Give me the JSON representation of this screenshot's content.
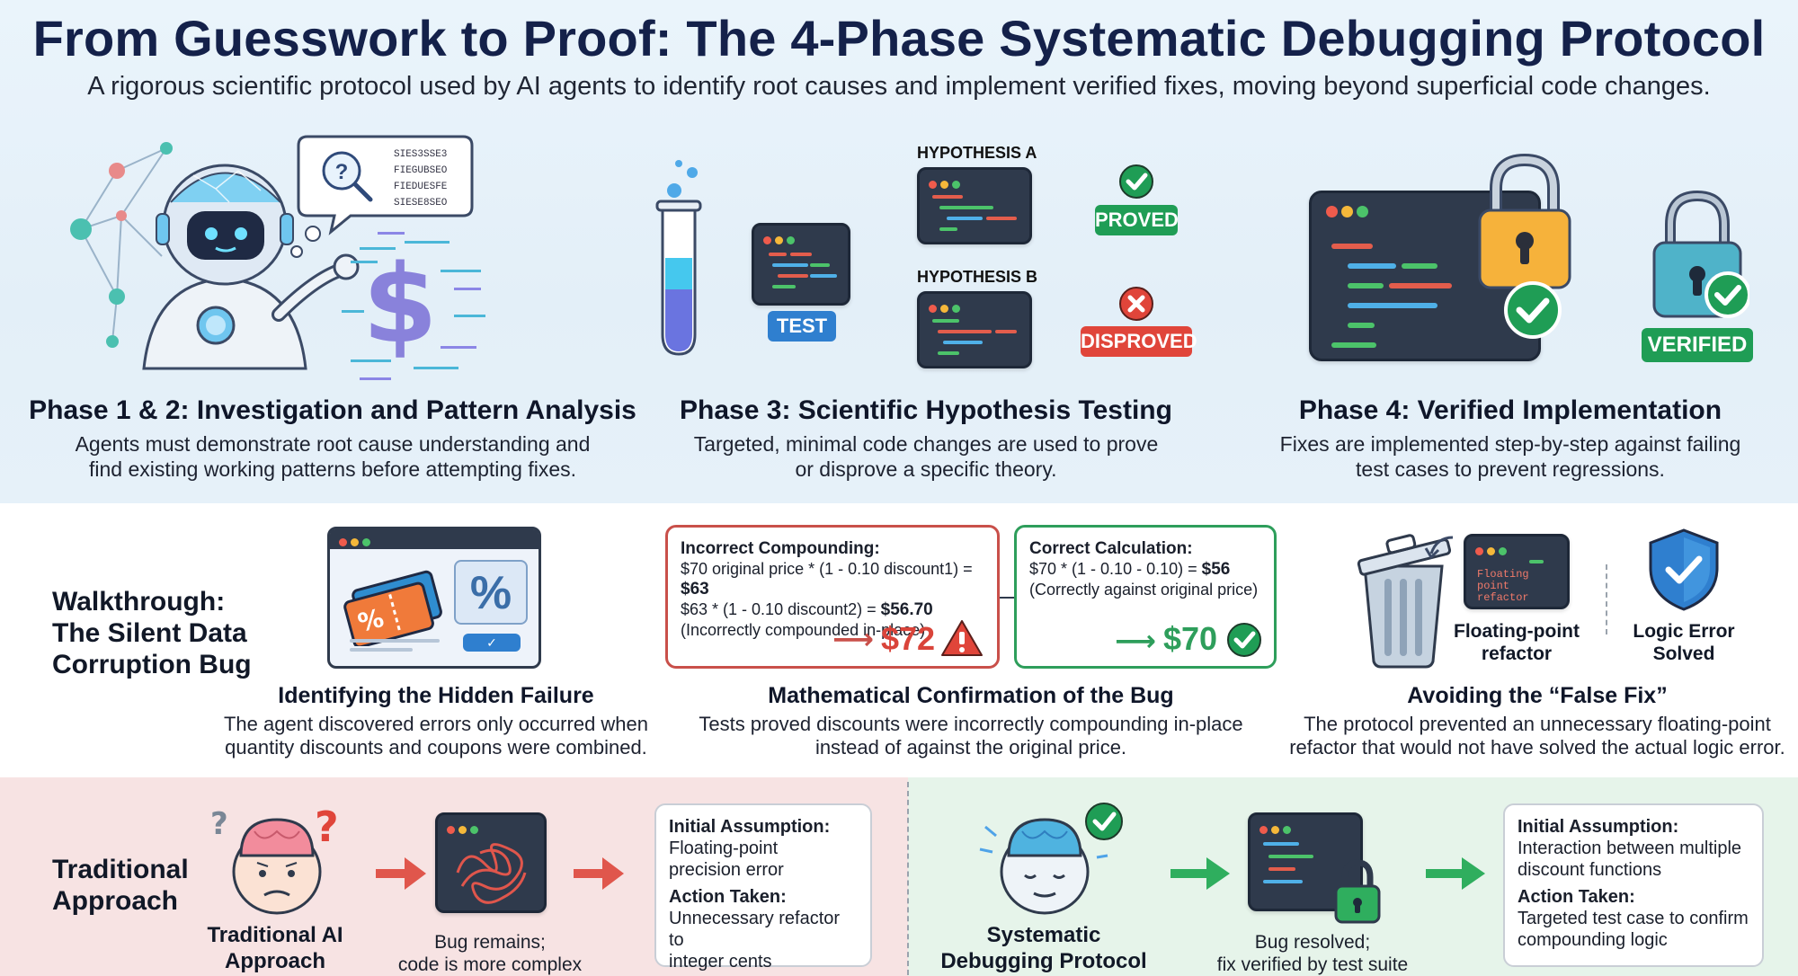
{
  "header": {
    "title": "From Guesswork to Proof: The 4-Phase Systematic Debugging Protocol",
    "subtitle": "A rigorous scientific protocol used by AI agents to identify root causes and implement verified fixes, moving beyond superficial code changes."
  },
  "phases": [
    {
      "title": "Phase 1 & 2: Investigation and Pattern Analysis",
      "desc_line1": "Agents must demonstrate root cause understanding and",
      "desc_line2": "find existing working patterns before attempting fixes.",
      "bubble_lines": [
        "SIES3SSE3",
        "FIEGUBSEO",
        "FIEDUESFE",
        "SIESE8SEO"
      ]
    },
    {
      "title": "Phase 3: Scientific Hypothesis Testing",
      "desc_line1": "Targeted, minimal code changes are used to prove",
      "desc_line2": "or disprove a specific theory.",
      "test_label": "TEST",
      "hyp_a": "HYPOTHESIS A",
      "hyp_b": "HYPOTHESIS B",
      "proved": "PROVED",
      "disproved": "DISPROVED"
    },
    {
      "title": "Phase 4: Verified Implementation",
      "desc_line1": "Fixes are implemented step-by-step against failing",
      "desc_line2": "test cases to prevent regressions.",
      "verified": "VERIFIED"
    }
  ],
  "walkthrough": {
    "title_line1": "Walkthrough:",
    "title_line2": "The Silent Data",
    "title_line3": "Corruption Bug",
    "col1": {
      "title": "Identifying the Hidden Failure",
      "desc_line1": "The agent discovered errors only occurred when",
      "desc_line2": "quantity discounts and coupons were combined."
    },
    "incorrect": {
      "heading": "Incorrect Compounding:",
      "line1_prefix": "$70 original price * (1 - 0.10 discount1) = ",
      "line1_result": "$63",
      "line2_prefix": "$63 * (1 - 0.10 discount2) = ",
      "line2_result": "$56.70",
      "line3": "(Incorrectly compounded in-place)",
      "result": "$72"
    },
    "correct": {
      "heading": "Correct Calculation:",
      "line1_prefix": "$70 * (1 - 0.10 - 0.10) = ",
      "line1_result": "$56",
      "line2": "(Correctly against original price)",
      "result": "$70"
    },
    "col2": {
      "title": "Mathematical Confirmation of the Bug",
      "desc_line1": "Tests proved discounts were incorrectly compounding in-place",
      "desc_line2": "instead of against the original price."
    },
    "col3": {
      "title": "Avoiding the “False Fix”",
      "desc_line1": "The protocol prevented an unnecessary floating-point",
      "desc_line2": "refactor that would not have solved the actual logic error.",
      "float_label_line1": "Floating-point",
      "float_label_line2": "refactor",
      "logic_label_line1": "Logic Error",
      "logic_label_line2": "Solved",
      "screen_line1": "Floating point",
      "screen_line2": "refactor"
    }
  },
  "traditional": {
    "title_line1": "Traditional",
    "title_line2": "Approach",
    "agent_line1": "Traditional AI",
    "agent_line2": "Approach",
    "result_line1": "Bug remains;",
    "result_line2": "code is more complex",
    "assumption_label": "Initial Assumption:",
    "assumption_line1": "Floating-point",
    "assumption_line2": "precision error",
    "action_label": "Action Taken:",
    "action_line1": "Unnecessary refactor to",
    "action_line2": "integer cents"
  },
  "systematic": {
    "agent_line1": "Systematic",
    "agent_line2": "Debugging Protocol",
    "result_line1": "Bug resolved;",
    "result_line2": "fix verified by test suite",
    "assumption_label": "Initial Assumption:",
    "assumption_line1": "Interaction between multiple",
    "assumption_line2": "discount functions",
    "action_label": "Action Taken:",
    "action_line1": "Targeted test case to confirm",
    "action_line2": "compounding logic"
  },
  "colors": {
    "navy": "#14214a",
    "proved_green": "#1f9d55",
    "disproved_red": "#e0453a",
    "test_blue": "#2f7fcf",
    "verified_green": "#1f9d55",
    "incorrect_border": "#c9504a",
    "correct_border": "#2e9e5b",
    "trad_band": "#f7e3e3",
    "sys_band": "#e6f4ea"
  },
  "icons": [
    "robot-icon",
    "magnifier-icon",
    "dollar-data-icon",
    "test-tube-icon",
    "check-icon",
    "cross-icon",
    "padlock-icon",
    "ticket-icon",
    "percent-icon",
    "warning-icon",
    "trash-icon",
    "shield-icon",
    "brain-icon",
    "tangle-icon",
    "arrow-right-icon"
  ]
}
